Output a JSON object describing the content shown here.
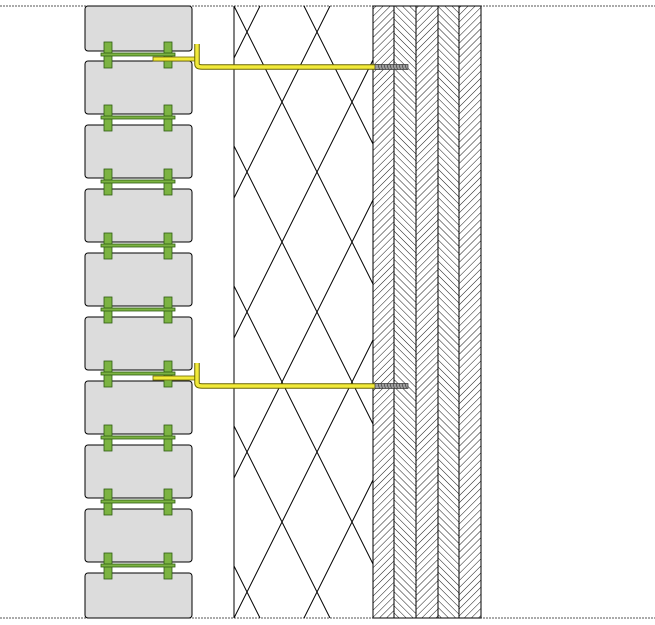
{
  "colors": {
    "background": "#ffffff",
    "stroke": "#000000",
    "boundary_line": "#555555",
    "brick_fill": "#dcdcdc",
    "clip_fill": "#7cb342",
    "clip_stroke": "#2e5d12",
    "tie_fill": "#f2ea3a",
    "tie_stroke": "#6b6600",
    "hatch": "#000000",
    "insulation_lines": "#000000"
  },
  "icons": {
    "brick": "gray-rounded-block",
    "clip": "green-clip-shape",
    "wall_tie": "yellow-bent-rod-with-screw",
    "insulation": "diamond-crosshatch",
    "masonry": "diagonal-hatch"
  },
  "layers": [
    {
      "id": "brick-cladding",
      "pattern": "blocks"
    },
    {
      "id": "cavity",
      "pattern": "none"
    },
    {
      "id": "insulation",
      "pattern": "diamond-crosshatch"
    },
    {
      "id": "masonry-1",
      "pattern": "hatch-forward"
    },
    {
      "id": "masonry-2",
      "pattern": "hatch-back"
    },
    {
      "id": "masonry-3",
      "pattern": "hatch-forward"
    },
    {
      "id": "masonry-4",
      "pattern": "hatch-back"
    },
    {
      "id": "masonry-5",
      "pattern": "hatch-forward"
    }
  ],
  "brick_count": 10,
  "wall_tie_count": 2
}
